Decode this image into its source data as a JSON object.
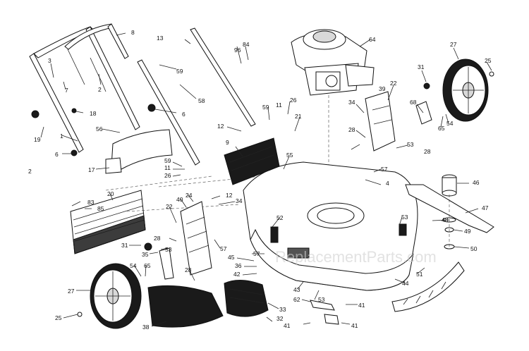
{
  "watermark": "ReplacementParts.com",
  "callouts": {
    "c8": "8",
    "c13": "13",
    "c84": "84",
    "c96": "96",
    "c64": "64",
    "c27a": "27",
    "c25a": "25",
    "c3": "3",
    "c7": "7",
    "c2": "2",
    "c59a": "59",
    "c31a": "31",
    "c22a": "22",
    "c39": "39",
    "c58": "58",
    "c34a": "34",
    "c68": "68",
    "c26a": "26",
    "c11a": "11",
    "c59b": "59",
    "c18": "18",
    "c6a": "6",
    "c12a": "12",
    "c21": "21",
    "c28a": "28",
    "c65a": "65",
    "c54a": "54",
    "c19": "19",
    "c56": "56",
    "c9": "9",
    "c53a": "53",
    "c28b": "28",
    "c1": "1",
    "c6b": "6",
    "c55": "55",
    "c57a": "57",
    "c46": "46",
    "c4": "4",
    "c17": "17",
    "c59c": "59",
    "c11b": "11",
    "c26b": "26",
    "c2b": "2",
    "c20": "20",
    "c12b": "12",
    "c34b": "34",
    "c24": "24",
    "c83": "83",
    "c85": "85",
    "c40": "40",
    "c22b": "22",
    "c47": "47",
    "c52": "52",
    "c53b": "53",
    "c48": "48",
    "c49": "49",
    "c28c": "28",
    "c31b": "31",
    "c35": "35",
    "c53c": "53",
    "c57b": "57",
    "c50": "50",
    "c45": "45",
    "c57c": "57",
    "c36": "36",
    "c42": "42",
    "c54b": "54",
    "c65b": "65",
    "c28d": "28",
    "c43": "43",
    "c44": "44",
    "c51": "51",
    "c27b": "27",
    "c53d": "53",
    "c33": "33",
    "c62": "62",
    "c41a": "41",
    "c32": "32",
    "c41b": "41",
    "c41c": "41",
    "c25b": "25",
    "c38": "38"
  }
}
